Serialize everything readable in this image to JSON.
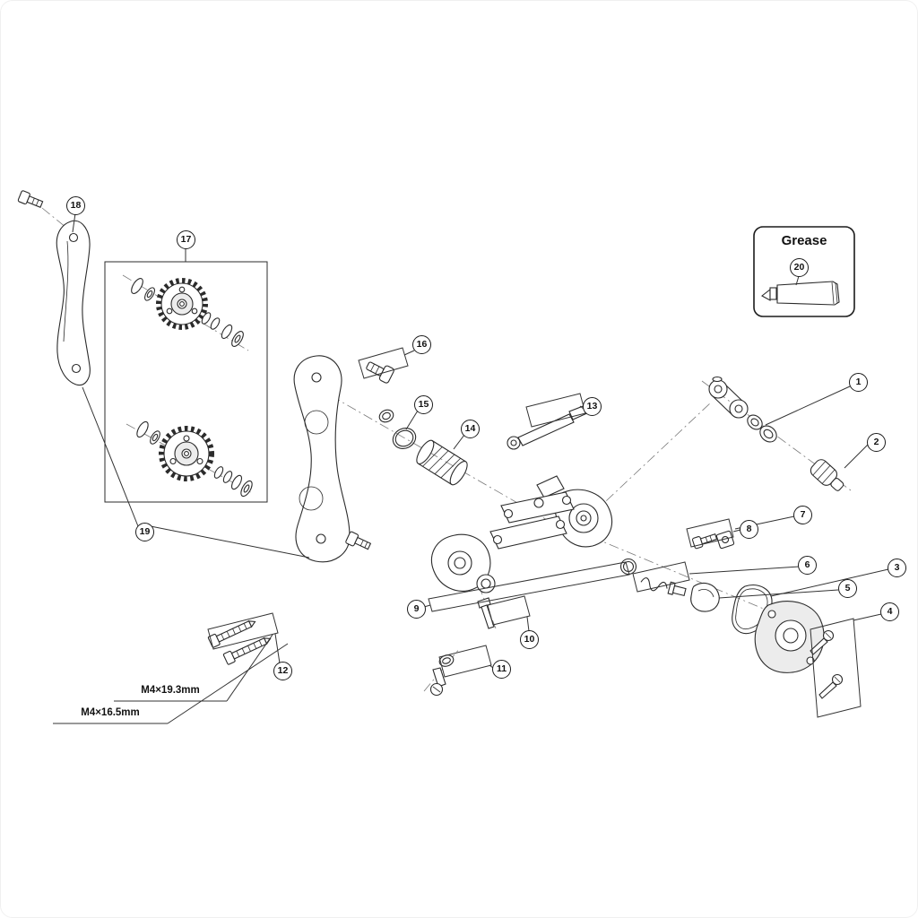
{
  "diagram": {
    "grease_label": "Grease",
    "dimension_labels": {
      "d1": "M4×19.3mm",
      "d2": "M4×16.5mm"
    }
  },
  "callouts": {
    "c1": "1",
    "c2": "2",
    "c3": "3",
    "c4": "4",
    "c5": "5",
    "c6": "6",
    "c7": "7",
    "c8": "8",
    "c9": "9",
    "c10": "10",
    "c11": "11",
    "c12": "12",
    "c13": "13",
    "c14": "14",
    "c15": "15",
    "c16": "16",
    "c17": "17",
    "c18": "18",
    "c19": "19",
    "c20": "20"
  }
}
